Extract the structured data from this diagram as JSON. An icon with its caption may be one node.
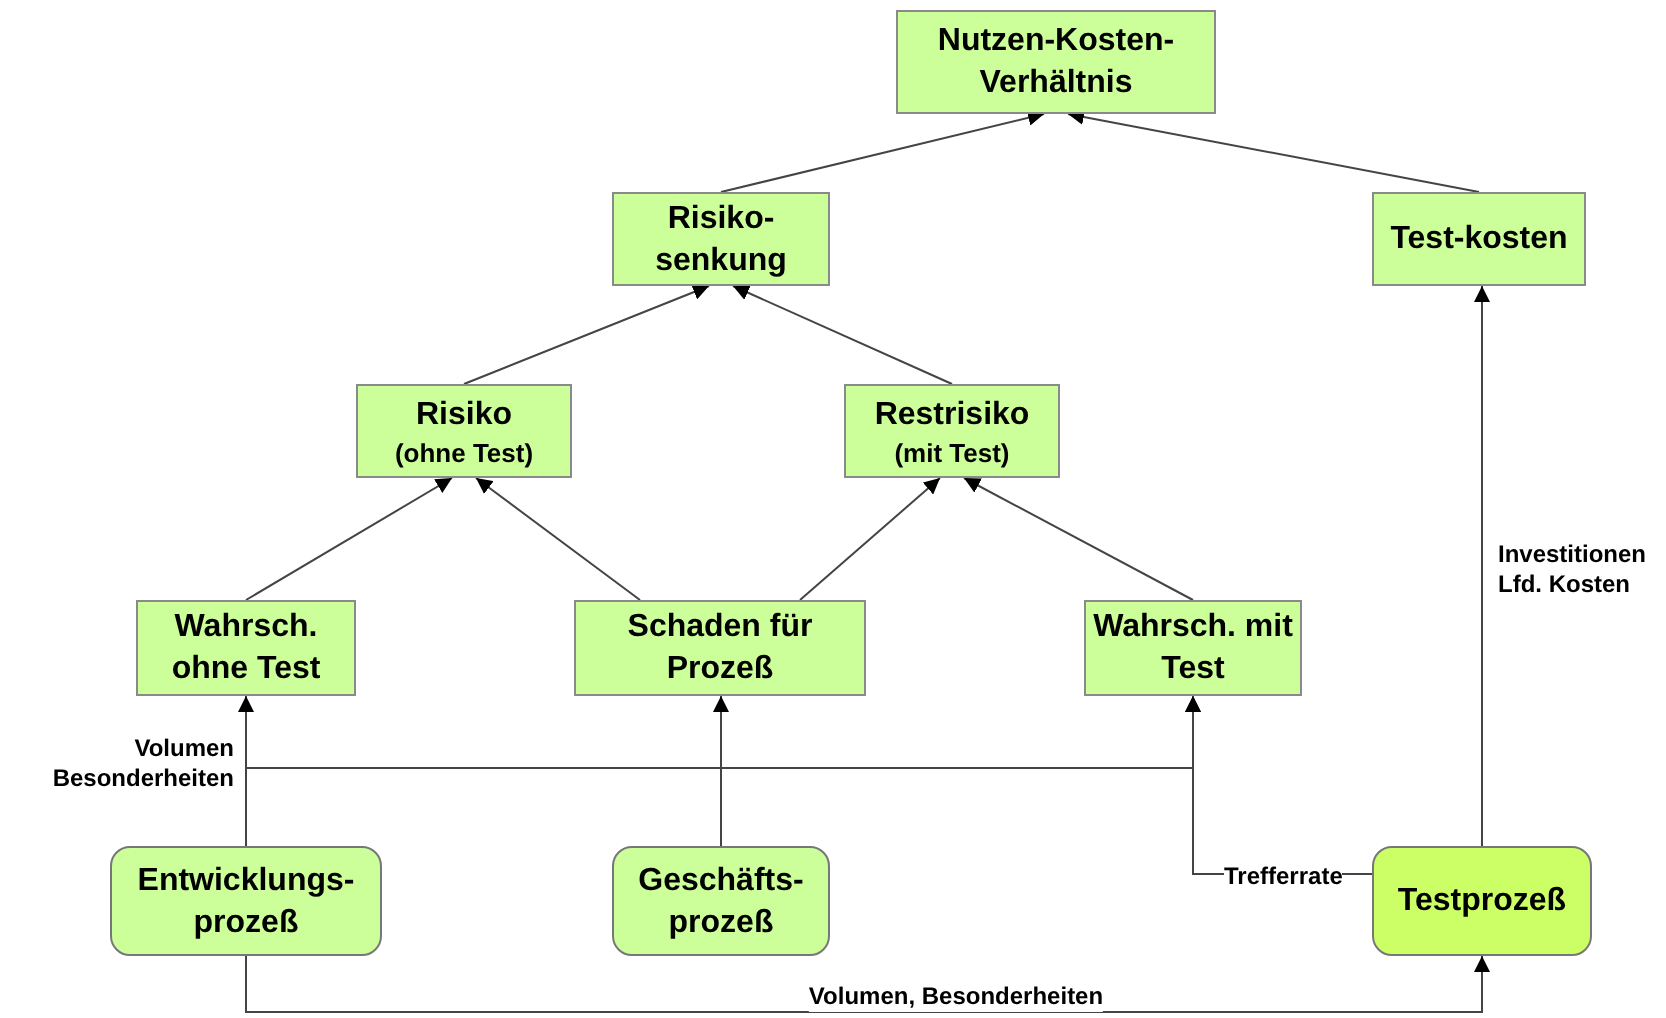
{
  "diagram": {
    "nodes": [
      {
        "text": [
          "Nutzen-Kosten-Verhältnis"
        ]
      },
      {
        "text": [
          "Risiko-senkung"
        ]
      },
      {
        "text": [
          "Test-kosten"
        ]
      },
      {
        "text": [
          "Risiko",
          "(ohne Test)"
        ]
      },
      {
        "text": [
          "Restrisiko",
          "(mit Test)"
        ]
      },
      {
        "text": [
          "Wahrsch. ohne Test"
        ]
      },
      {
        "text": [
          "Schaden für Prozeß"
        ]
      },
      {
        "text": [
          "Wahrsch. mit Test"
        ]
      },
      {
        "text": [
          "Entwicklungs-prozeß"
        ]
      },
      {
        "text": [
          "Geschäfts-prozeß"
        ]
      },
      {
        "text": [
          "Testprozeß"
        ]
      }
    ],
    "edges": [
      {
        "from": 1,
        "to": 0,
        "arrow": "to"
      },
      {
        "from": 2,
        "to": 0,
        "arrow": "to"
      },
      {
        "from": 3,
        "to": 1,
        "arrow": "to"
      },
      {
        "from": 4,
        "to": 1,
        "arrow": "to"
      },
      {
        "from": 5,
        "to": 3,
        "arrow": "to"
      },
      {
        "from": 6,
        "to": 3,
        "arrow": "to"
      },
      {
        "from": 6,
        "to": 4,
        "arrow": "to"
      },
      {
        "from": 7,
        "to": 4,
        "arrow": "to"
      },
      {
        "from": 8,
        "to": 5,
        "arrow": "to",
        "label": "Volumen Besonderheiten"
      },
      {
        "from": 8,
        "to": 7,
        "arrow": "to"
      },
      {
        "from": 9,
        "to": 6,
        "arrow": "to"
      },
      {
        "from": 10,
        "to": 7,
        "arrow": "to",
        "label": "Trefferrate"
      },
      {
        "from": 10,
        "to": 2,
        "arrow": "to",
        "label": "Investitionen Lfd. Kosten"
      },
      {
        "from": 8,
        "to": 10,
        "arrow": "to",
        "label": "Volumen, Besonderheiten"
      }
    ]
  }
}
